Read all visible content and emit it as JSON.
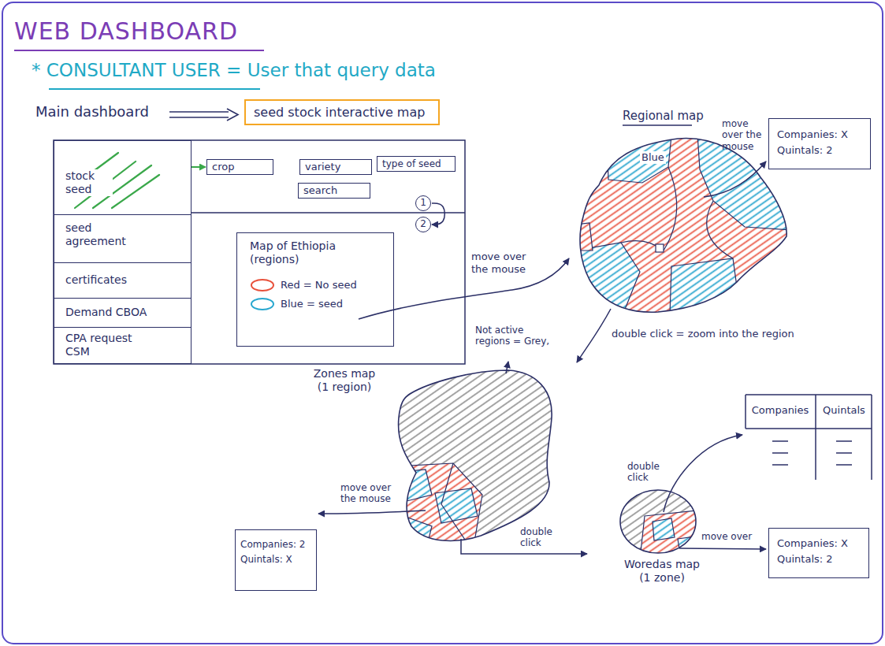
{
  "diagram": {
    "title": "WEB DASHBOARD",
    "nodes": [
      {
        "text": [
          "seed stock interactive map"
        ]
      },
      {
        "text": [
          "stock seed"
        ]
      },
      {
        "text": [
          "seed agreement"
        ]
      },
      {
        "text": [
          "certificates"
        ]
      },
      {
        "text": [
          "Demand CBOA"
        ]
      },
      {
        "text": [
          "CPA request CSM"
        ]
      },
      {
        "text": [
          "crop"
        ]
      },
      {
        "text": [
          "variety"
        ]
      },
      {
        "text": [
          "type of seed"
        ]
      },
      {
        "text": [
          "search"
        ]
      },
      {
        "text": [
          "1"
        ]
      },
      {
        "text": [
          "2"
        ]
      },
      {
        "text": [
          "Map of Ethiopia (regions)"
        ]
      },
      {
        "text": [
          "Companies: X",
          "Quintals: 2"
        ]
      },
      {
        "text": [
          "Companies",
          "Quintals"
        ]
      },
      {
        "text": [
          "Companies: 2",
          "Quintals: X"
        ]
      },
      {
        "text": [
          "Companies: X",
          "Quintals: 2"
        ]
      }
    ],
    "edges": [
      {
        "from": 1,
        "to": 6,
        "arrow": "to"
      },
      {
        "from": 10,
        "to": 11,
        "arrow": "to"
      }
    ],
    "labels": [
      "* CONSULTANT USER = User that query data",
      "Main dashboard",
      "Regional map",
      "Blue",
      "move over the mouse",
      "move over the mouse",
      "Not active regions = Grey,",
      "double click = zoom into the region",
      "Zones map (1 region)",
      "move over the mouse",
      "double click",
      "double click",
      "move over",
      "Woredas map (1 zone)"
    ],
    "legend": [
      {
        "text": "Red = No seed",
        "color": "#e8503a"
      },
      {
        "text": "Blue = seed",
        "color": "#27a7cf"
      }
    ]
  }
}
